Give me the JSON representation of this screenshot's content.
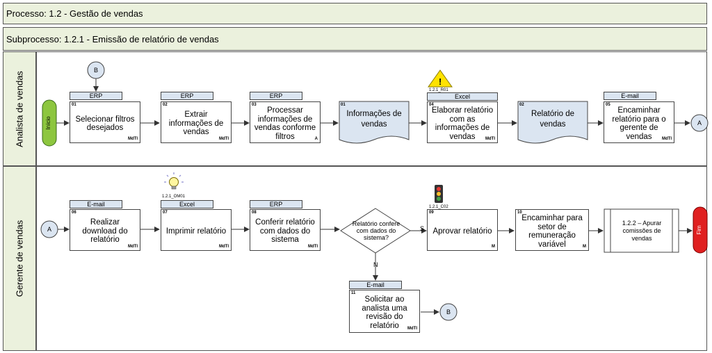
{
  "header": {
    "process": "Processo: 1.2 - Gestão de vendas",
    "subprocess": "Subprocesso: 1.2.1 - Emissão de relatório de vendas"
  },
  "lanes": {
    "analyst": "Analista de vendas",
    "manager": "Gerente de vendas"
  },
  "connectors": {
    "b": "B",
    "a": "A"
  },
  "events": {
    "start": "Início",
    "end": "Fim"
  },
  "tasks": {
    "t01": {
      "num": "01",
      "system": "ERP",
      "label": "Selecionar filtros desejados",
      "mark": "MdTI"
    },
    "t02": {
      "num": "02",
      "system": "ERP",
      "label": "Extrair informações de vendas",
      "mark": "MdTI"
    },
    "t03": {
      "num": "03",
      "system": "ERP",
      "label": "Processar informações de vendas conforme filtros",
      "mark": "A"
    },
    "t04": {
      "num": "04",
      "system": "Excel",
      "label": "Elaborar relatório com as informações de vendas",
      "mark": "MdTI",
      "risk": "1.2.1_R01"
    },
    "t05": {
      "num": "05",
      "system": "E-mail",
      "label": "Encaminhar relatório para o gerente de vendas",
      "mark": "MdTI"
    },
    "t06": {
      "num": "06",
      "system": "E-mail",
      "label": "Realizar download do relatório",
      "mark": "MdTI"
    },
    "t07": {
      "num": "07",
      "system": "Excel",
      "label": "Imprimir relatório",
      "mark": "MdTI",
      "opportunity": "1.2.1_OM01"
    },
    "t08": {
      "num": "08",
      "system": "ERP",
      "label": "Conferir relatório com dados do sistema",
      "mark": "MdTI"
    },
    "t09": {
      "num": "09",
      "label": "Aprovar relatório",
      "mark": "M",
      "control": "1.2.1_C02"
    },
    "t10": {
      "num": "10",
      "label": "Encaminhar para setor de remuneração variável",
      "mark": "M"
    },
    "t11": {
      "num": "11",
      "system": "E-mail",
      "label": "Solicitar ao analista uma revisão do relatório",
      "mark": "MdTI"
    }
  },
  "documents": {
    "d01": {
      "num": "01",
      "label": "Informações de vendas"
    },
    "d02": {
      "num": "02",
      "label": "Relatório de vendas"
    }
  },
  "gateway": {
    "label": "Relatório confere com dados do sistema?",
    "yes": "S",
    "no": "N"
  },
  "subprocess_link": {
    "label": "1.2.2 – Apurar comissões de vendas"
  }
}
